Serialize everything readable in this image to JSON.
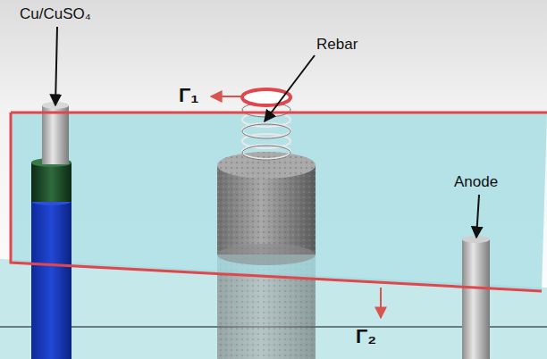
{
  "diagram": {
    "labels": [
      "Cu/CuSO₄",
      "Rebar",
      "Γ₁",
      "Anode",
      "Γ₂"
    ]
  }
}
